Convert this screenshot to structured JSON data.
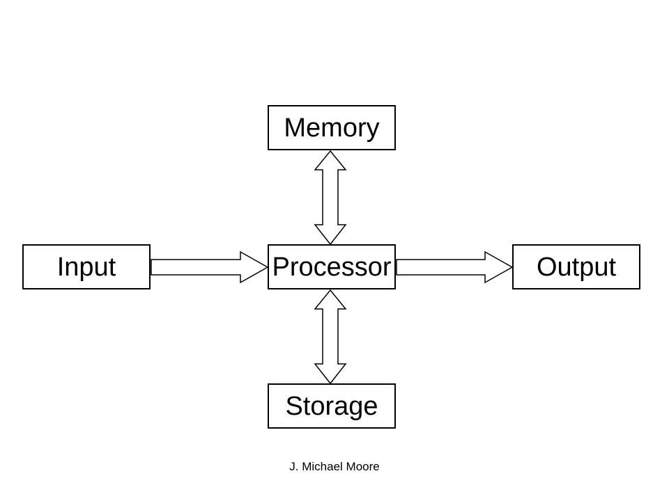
{
  "diagram": {
    "nodes": {
      "memory": "Memory",
      "input": "Input",
      "processor": "Processor",
      "output": "Output",
      "storage": "Storage"
    },
    "edges": [
      {
        "from": "input",
        "to": "processor",
        "direction": "one-way"
      },
      {
        "from": "processor",
        "to": "output",
        "direction": "one-way"
      },
      {
        "from": "processor",
        "to": "memory",
        "direction": "two-way"
      },
      {
        "from": "processor",
        "to": "storage",
        "direction": "two-way"
      }
    ]
  },
  "footer": {
    "author": "J. Michael Moore"
  }
}
